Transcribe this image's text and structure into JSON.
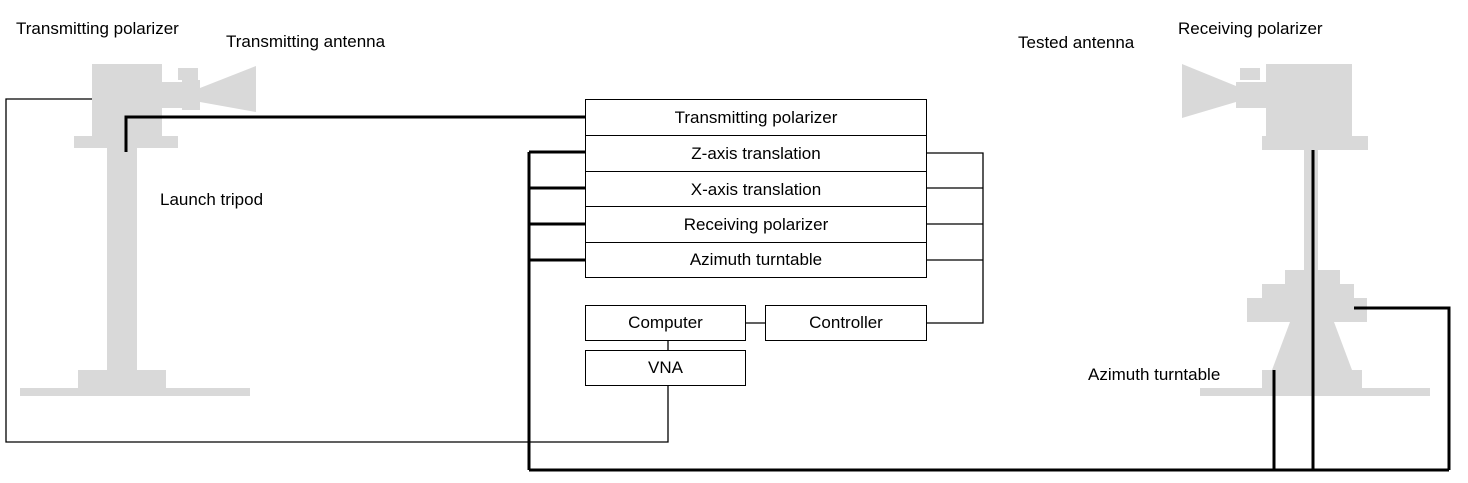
{
  "labels": {
    "transmitting_polarizer": "Transmitting polarizer",
    "transmitting_antenna": "Transmitting antenna",
    "launch_tripod": "Launch tripod",
    "tested_antenna": "Tested antenna",
    "receiving_polarizer": "Receiving polarizer",
    "azimuth_turntable": "Azimuth turntable"
  },
  "controller_stack": [
    "Transmitting polarizer",
    "Z-axis translation",
    "X-axis translation",
    "Receiving polarizer",
    "Azimuth turntable"
  ],
  "boxes": {
    "computer": "Computer",
    "controller": "Controller",
    "vna": "VNA"
  },
  "colors": {
    "equipment_gray": "#d9d9d9",
    "line": "#000000"
  }
}
